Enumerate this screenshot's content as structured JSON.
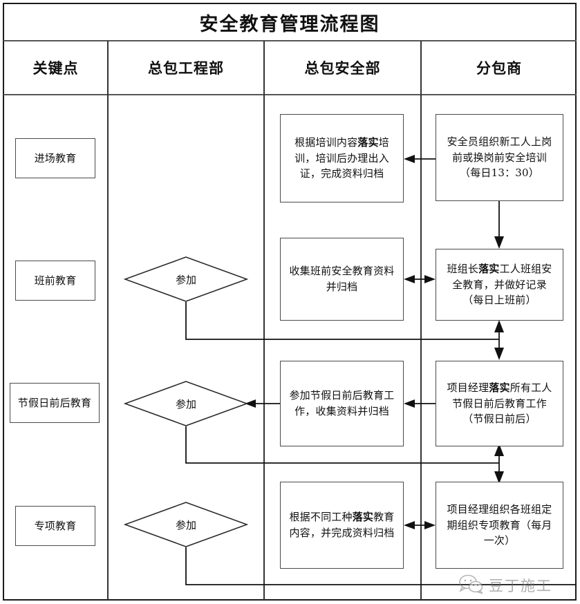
{
  "title": "安全教育管理流程图",
  "columns": [
    {
      "id": "key-point",
      "label": "关键点"
    },
    {
      "id": "gc-engineering",
      "label": "总包工程部"
    },
    {
      "id": "gc-safety",
      "label": "总包安全部"
    },
    {
      "id": "subcontractor",
      "label": "分包商"
    }
  ],
  "rows": [
    {
      "id": "entry-education",
      "key_point": "进场教育",
      "gc_engineering": null,
      "gc_safety": "根据培训内容落实培训，培训后办理出入证，完成资料归档",
      "gc_safety_bold": "落实",
      "subcontractor": "安全员组织新工人上岗前或换岗前安全培训（每日13：30）"
    },
    {
      "id": "pre-shift-education",
      "key_point": "班前教育",
      "gc_engineering": "参加",
      "gc_safety": "收集班前安全教育资料并归档",
      "gc_safety_bold": "",
      "subcontractor": "班组长落实工人班组安全教育，并做好记录（每日上班前）",
      "subcontractor_bold": "落实"
    },
    {
      "id": "holiday-education",
      "key_point": "节假日前后教育",
      "gc_engineering": "参加",
      "gc_safety": "参加节假日前后教育工作，收集资料并归档",
      "gc_safety_bold": "",
      "subcontractor": "项目经理落实所有工人节假日前后教育工作（节假日前后）",
      "subcontractor_bold": "落实"
    },
    {
      "id": "special-education",
      "key_point": "专项教育",
      "gc_engineering": "参加",
      "gc_safety": "根据不同工种落实教育内容，并完成资料归档",
      "gc_safety_bold": "落实",
      "subcontractor": "项目经理组织各班组定期组织专项教育（每月一次）"
    }
  ],
  "watermark": {
    "text": "豆丁施工",
    "icon": "wechat-bubble-icon"
  },
  "chart_data": {
    "type": "diagram",
    "subtype": "cross-functional-flowchart",
    "title": "安全教育管理流程图",
    "lanes": [
      "关键点",
      "总包工程部",
      "总包安全部",
      "分包商"
    ],
    "stages": [
      "进场教育",
      "班前教育",
      "节假日前后教育",
      "专项教育"
    ],
    "nodes": [
      {
        "id": "n1-key",
        "lane": "关键点",
        "stage": "进场教育",
        "shape": "rect",
        "text": "进场教育"
      },
      {
        "id": "n1-saf",
        "lane": "总包安全部",
        "stage": "进场教育",
        "shape": "rect",
        "text": "根据培训内容落实培训，培训后办理出入证，完成资料归档"
      },
      {
        "id": "n1-sub",
        "lane": "分包商",
        "stage": "进场教育",
        "shape": "rect",
        "text": "安全员组织新工人上岗前或换岗前安全培训（每日13：30）"
      },
      {
        "id": "n2-key",
        "lane": "关键点",
        "stage": "班前教育",
        "shape": "rect",
        "text": "班前教育"
      },
      {
        "id": "n2-eng",
        "lane": "总包工程部",
        "stage": "班前教育",
        "shape": "diamond",
        "text": "参加"
      },
      {
        "id": "n2-saf",
        "lane": "总包安全部",
        "stage": "班前教育",
        "shape": "rect",
        "text": "收集班前安全教育资料并归档"
      },
      {
        "id": "n2-sub",
        "lane": "分包商",
        "stage": "班前教育",
        "shape": "rect",
        "text": "班组长落实工人班组安全教育，并做好记录（每日上班前）"
      },
      {
        "id": "n3-key",
        "lane": "关键点",
        "stage": "节假日前后教育",
        "shape": "rect",
        "text": "节假日前后教育"
      },
      {
        "id": "n3-eng",
        "lane": "总包工程部",
        "stage": "节假日前后教育",
        "shape": "diamond",
        "text": "参加"
      },
      {
        "id": "n3-saf",
        "lane": "总包安全部",
        "stage": "节假日前后教育",
        "shape": "rect",
        "text": "参加节假日前后教育工作，收集资料并归档"
      },
      {
        "id": "n3-sub",
        "lane": "分包商",
        "stage": "节假日前后教育",
        "shape": "rect",
        "text": "项目经理落实所有工人节假日前后教育工作（节假日前后）"
      },
      {
        "id": "n4-key",
        "lane": "关键点",
        "stage": "专项教育",
        "shape": "rect",
        "text": "专项教育"
      },
      {
        "id": "n4-eng",
        "lane": "总包工程部",
        "stage": "专项教育",
        "shape": "diamond",
        "text": "参加"
      },
      {
        "id": "n4-saf",
        "lane": "总包安全部",
        "stage": "专项教育",
        "shape": "rect",
        "text": "根据不同工种落实教育内容，并完成资料归档"
      },
      {
        "id": "n4-sub",
        "lane": "分包商",
        "stage": "专项教育",
        "shape": "rect",
        "text": "项目经理组织各班组定期组织专项教育（每月一次）"
      }
    ],
    "edges": [
      {
        "from": "n1-sub",
        "to": "n1-saf",
        "dir": "single",
        "style": "solid"
      },
      {
        "from": "n1-sub",
        "to": "n2-sub",
        "dir": "single",
        "style": "solid"
      },
      {
        "from": "n2-saf",
        "to": "n2-sub",
        "dir": "double",
        "style": "solid"
      },
      {
        "from": "n2-eng",
        "to": "n2-sub",
        "dir": "double",
        "style": "solid"
      },
      {
        "from": "n2-sub",
        "to": "n3-sub",
        "dir": "single",
        "style": "solid"
      },
      {
        "from": "n3-sub",
        "to": "n3-saf",
        "dir": "single",
        "style": "solid"
      },
      {
        "from": "n3-saf",
        "to": "n3-eng",
        "dir": "single",
        "style": "solid"
      },
      {
        "from": "n3-eng",
        "to": "n4-sub",
        "dir": "double",
        "style": "solid"
      },
      {
        "from": "n4-saf",
        "to": "n4-sub",
        "dir": "double",
        "style": "solid"
      },
      {
        "from": "n4-eng",
        "to": "n4-sub",
        "dir": "single",
        "style": "solid"
      }
    ],
    "colors": {
      "stroke": "#111111",
      "node_border": "#4a4a4a",
      "background": "#ffffff"
    }
  }
}
